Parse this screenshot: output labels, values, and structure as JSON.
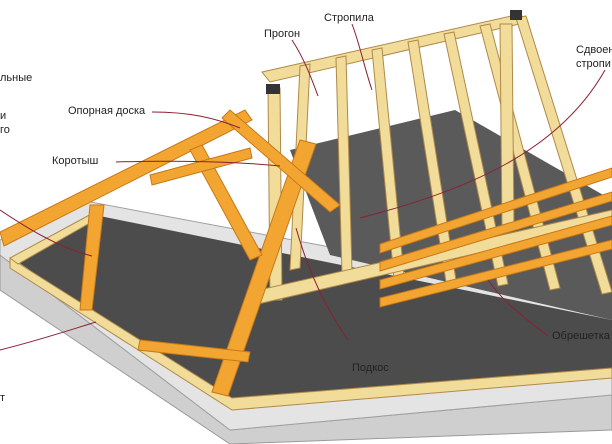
{
  "labels": {
    "progon": "Прогон",
    "stropila": "Стропила",
    "sdvoen_1": "Сдвоен",
    "sdvoen_2": "стропи",
    "opornaya": "Опорная доска",
    "korotysh": "Коротыш",
    "podkos": "Подкос",
    "obreshetka": "Обрешетка",
    "left_1": "льные",
    "left_2": "и",
    "left_3": "го",
    "left_4": "т"
  },
  "colors": {
    "timber_light": "#f1dc9a",
    "timber_edge": "#b0894a",
    "timber_orange": "#f2a531",
    "timber_orange_dark": "#c97818",
    "slab": "#4c4c4c",
    "wall": "#cfcfcf",
    "wall_top": "#e4e4e4",
    "leader": "#8a2030"
  }
}
